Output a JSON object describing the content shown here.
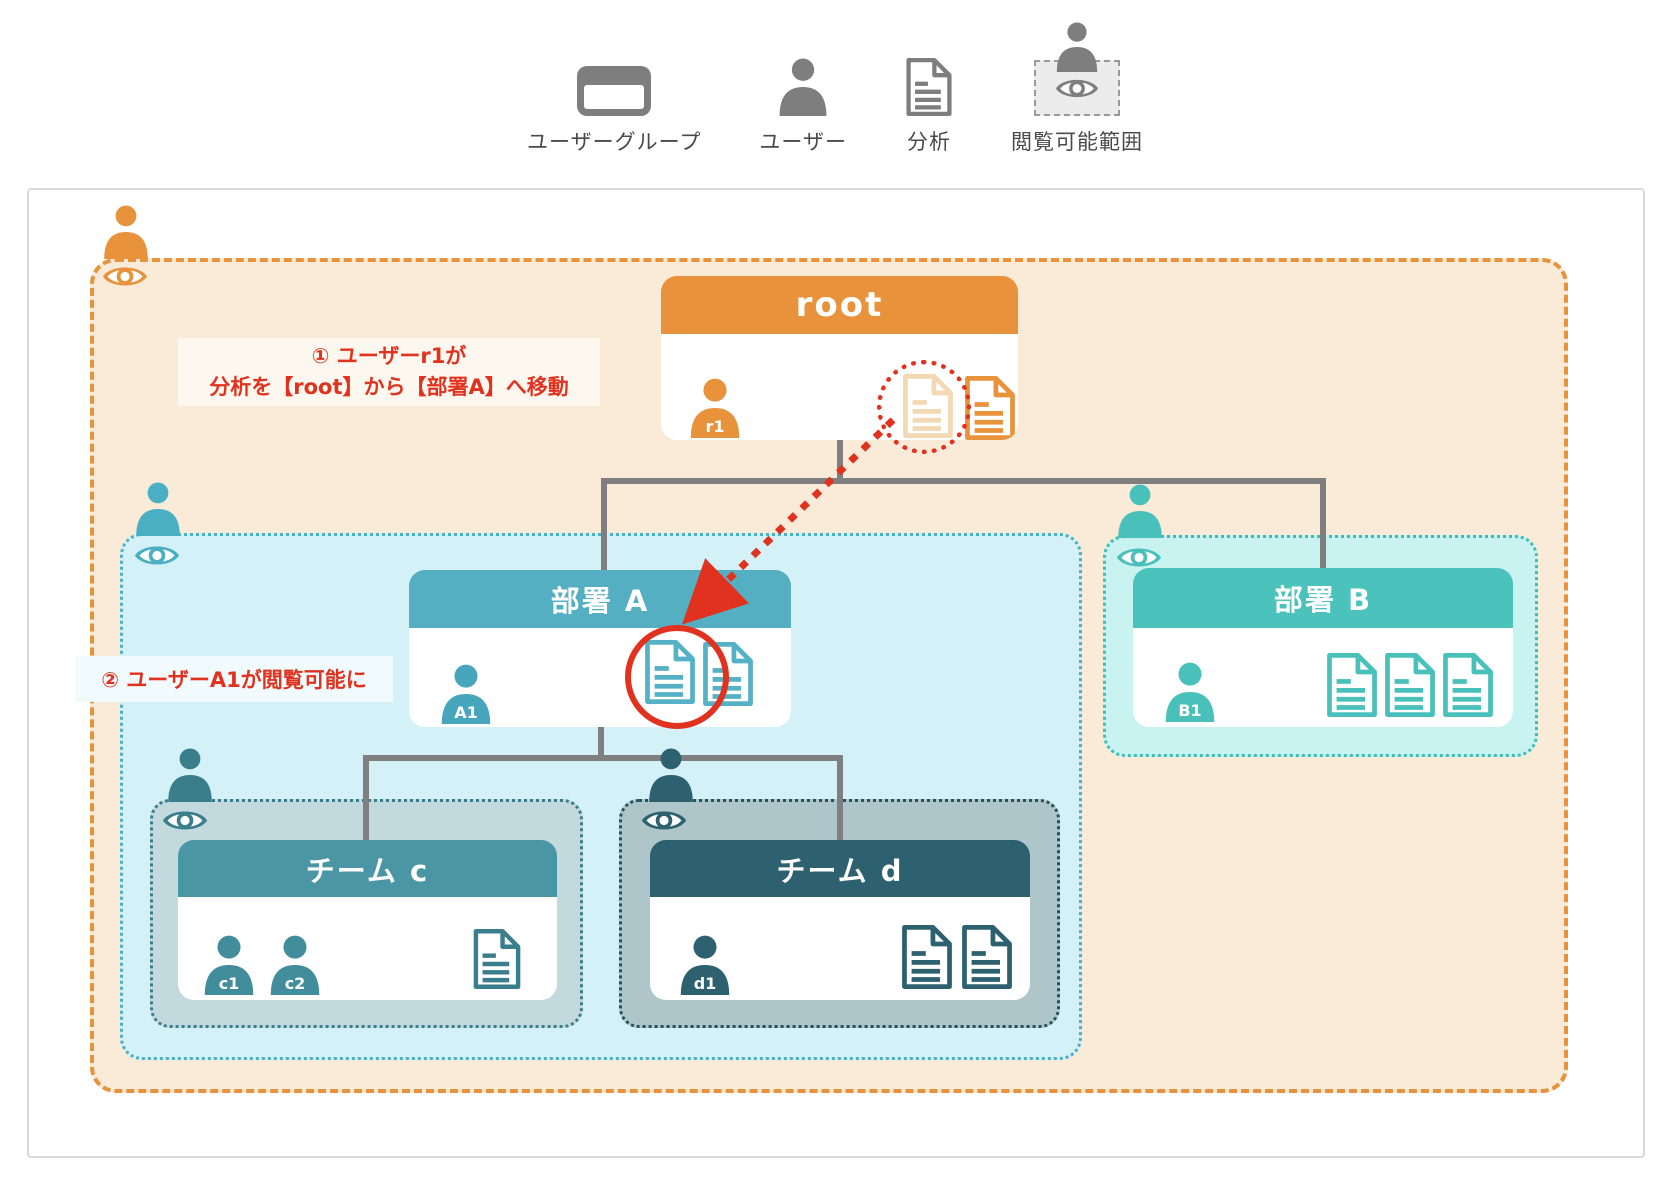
{
  "legend": {
    "items": [
      {
        "icon": "user-group-icon",
        "label": "ユーザーグループ"
      },
      {
        "icon": "user-icon",
        "label": "ユーザー"
      },
      {
        "icon": "analysis-icon",
        "label": "分析"
      },
      {
        "icon": "viewable-range-icon",
        "label": "閲覧可能範囲"
      }
    ]
  },
  "annotations": {
    "step1_line1": "① ユーザーr1が",
    "step1_line2": "分析を【root】から【部署A】へ移動",
    "step2": "② ユーザーA1が閲覧可能に"
  },
  "tree": {
    "root": {
      "title": "root",
      "users": [
        {
          "label": "r1"
        }
      ],
      "docs": [
        {
          "state": "moved-away-faded-with-red-dotted-circle"
        },
        {
          "state": "normal"
        }
      ]
    },
    "dept_a": {
      "title": "部署 A",
      "users": [
        {
          "label": "A1"
        }
      ],
      "docs": [
        {
          "state": "moved-in-red-circled"
        },
        {
          "state": "normal"
        }
      ]
    },
    "dept_b": {
      "title": "部署 B",
      "users": [
        {
          "label": "B1"
        }
      ],
      "docs": [
        {
          "state": "normal"
        },
        {
          "state": "normal"
        },
        {
          "state": "normal"
        }
      ]
    },
    "team_c": {
      "title": "チーム c",
      "users": [
        {
          "label": "c1"
        },
        {
          "label": "c2"
        }
      ],
      "docs": [
        {
          "state": "normal"
        }
      ]
    },
    "team_d": {
      "title": "チーム d",
      "users": [
        {
          "label": "d1"
        }
      ],
      "docs": [
        {
          "state": "normal"
        },
        {
          "state": "normal"
        }
      ]
    }
  },
  "colors": {
    "orange": "#e8923c",
    "orange_zone_bg": "#faebd8",
    "faded_doc": "#f2d9b4",
    "dept_a_teal": "#55afc3",
    "dept_a_zone_bg": "#d5f1f8",
    "dept_b_turquoise": "#4cc2bc",
    "dept_b_zone_bg": "#c8f3f0",
    "team_c_teal": "#4b96a4",
    "team_c_zone_bg": "#c2dade",
    "team_d_dark_teal": "#2e6170",
    "team_d_zone_bg": "#aec5ca",
    "highlight_red": "#e0321e",
    "connector_gray": "#7f7f7f",
    "legend_gray": "#7e7e7e"
  }
}
